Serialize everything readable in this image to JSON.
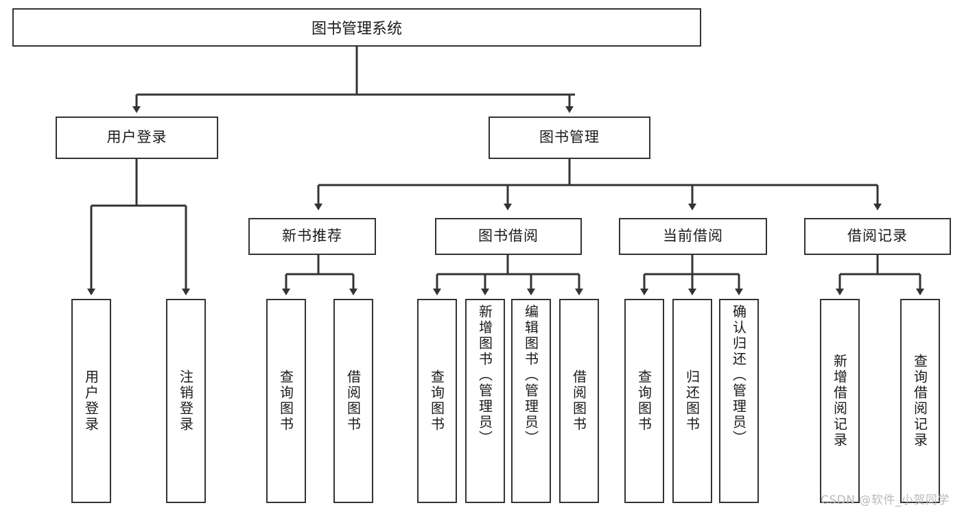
{
  "diagram": {
    "title": "图书管理系统",
    "type": "functional-structure-tree",
    "root": {
      "label": "图书管理系统"
    },
    "level2": [
      {
        "id": "user-login",
        "label": "用户登录"
      },
      {
        "id": "book-management",
        "label": "图书管理"
      }
    ],
    "level3": [
      {
        "id": "new-book-recommend",
        "label": "新书推荐",
        "parent": "book-management"
      },
      {
        "id": "book-borrow",
        "label": "图书借阅",
        "parent": "book-management"
      },
      {
        "id": "current-borrow",
        "label": "当前借阅",
        "parent": "book-management"
      },
      {
        "id": "borrow-record",
        "label": "借阅记录",
        "parent": "book-management"
      }
    ],
    "leaves": [
      {
        "id": "leaf-user-login",
        "label": "用户登录",
        "parent": "user-login"
      },
      {
        "id": "leaf-user-logout",
        "label": "注销登录",
        "parent": "user-login"
      },
      {
        "id": "leaf-query-book-1",
        "label": "查询图书",
        "parent": "new-book-recommend"
      },
      {
        "id": "leaf-borrow-book-1",
        "label": "借阅图书",
        "parent": "new-book-recommend"
      },
      {
        "id": "leaf-query-book-2",
        "label": "查询图书",
        "parent": "book-borrow"
      },
      {
        "id": "leaf-add-book",
        "label": "新增图书（管理员）",
        "parent": "book-borrow"
      },
      {
        "id": "leaf-edit-book",
        "label": "编辑图书（管理员）",
        "parent": "book-borrow"
      },
      {
        "id": "leaf-borrow-book-2",
        "label": "借阅图书",
        "parent": "book-borrow"
      },
      {
        "id": "leaf-query-book-3",
        "label": "查询图书",
        "parent": "current-borrow"
      },
      {
        "id": "leaf-return-book",
        "label": "归还图书",
        "parent": "current-borrow"
      },
      {
        "id": "leaf-confirm-return",
        "label": "确认归还（管理员）",
        "parent": "current-borrow"
      },
      {
        "id": "leaf-add-record",
        "label": "新增借阅记录",
        "parent": "borrow-record"
      },
      {
        "id": "leaf-query-record",
        "label": "查询借阅记录",
        "parent": "borrow-record"
      }
    ],
    "colors": {
      "stroke": "#333333",
      "fill": "#ffffff",
      "text": "#1a1a1a",
      "watermark": "#b9b9b9"
    }
  },
  "watermark": {
    "text": "CSDN @软件_小贺同学"
  }
}
